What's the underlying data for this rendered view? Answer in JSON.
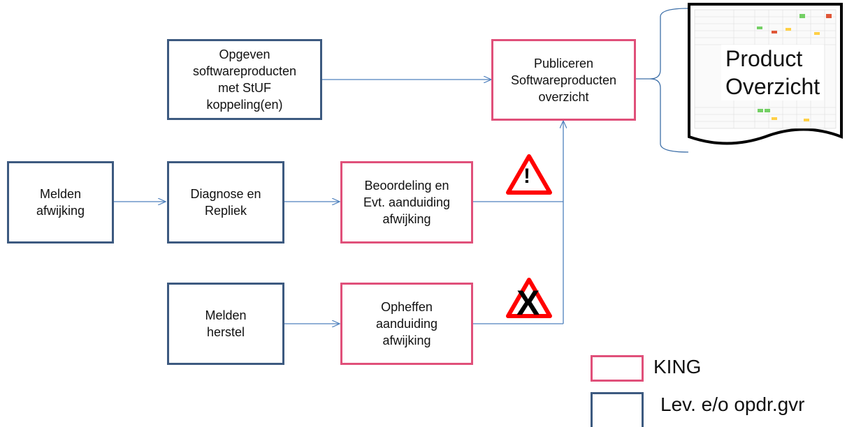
{
  "colors": {
    "lev": "#3d5a80",
    "king": "#e0507a",
    "arrow": "#4f81bd",
    "warning": "#ff0000"
  },
  "boxes": {
    "opgeven": "Opgeven\nsoftwareproducten\nmet StUF\nkoppeling(en)",
    "publiceren": "Publiceren\nSoftwareproducten\noverzicht",
    "melden_afwijking": "Melden\nafwijking",
    "diagnose": "Diagnose en\nRepliek",
    "beoordeling": "Beoordeling en\nEvt. aanduiding\nafwijking",
    "melden_herstel": "Melden\nherstel",
    "opheffen": "Opheffen\naanduiding\nafwijking"
  },
  "document": {
    "title": "Product\nOverzicht"
  },
  "warning_icons": {
    "exclamation": "!",
    "cross": "X"
  },
  "legend": {
    "king": "KING",
    "lev": "Lev. e/o opdr.gvr"
  }
}
